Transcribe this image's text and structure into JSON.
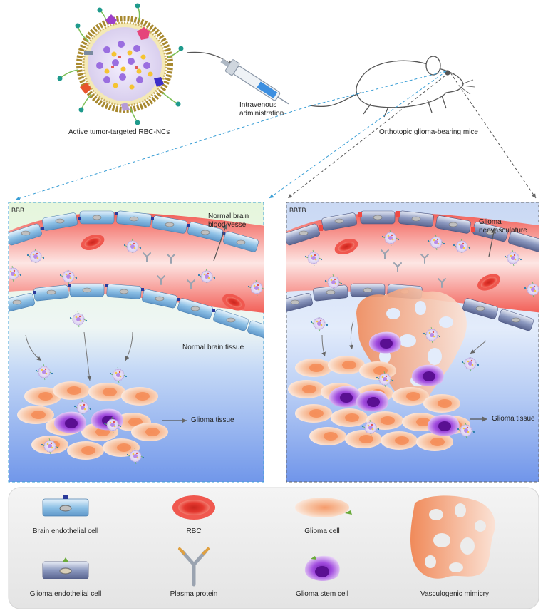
{
  "top": {
    "nanocarrier_label": "Active tumor-targeted RBC-NCs",
    "injection_label_line1": "Intravenous",
    "injection_label_line2": "administration",
    "mouse_label": "Orthotopic glioma-bearing mice"
  },
  "left_panel": {
    "tag": "BBB",
    "vessel_label_line1": "Normal brain",
    "vessel_label_line2": "blood vessel",
    "tissue_label": "Normal brain tissue",
    "glioma_label": "Glioma tissue"
  },
  "right_panel": {
    "tag": "BBTB",
    "vessel_label_line1": "Glioma",
    "vessel_label_line2": "neovasculature",
    "glioma_label": "Glioma tissue"
  },
  "legend": {
    "items": [
      {
        "label": "Brain endothelial cell",
        "icon": "brain-endothelial-cell-icon"
      },
      {
        "label": "RBC",
        "icon": "rbc-icon"
      },
      {
        "label": "Glioma cell",
        "icon": "glioma-cell-icon"
      },
      {
        "label": "Glioma endothelial cell",
        "icon": "glioma-endothelial-cell-icon"
      },
      {
        "label": "Plasma protein",
        "icon": "plasma-protein-icon"
      },
      {
        "label": "Glioma stem cell",
        "icon": "glioma-stem-cell-icon"
      },
      {
        "label": "Vasculogenic mimicry",
        "icon": "vasculogenic-mimicry-icon"
      }
    ]
  },
  "colors": {
    "vessel_red": "#f0473f",
    "brain_endothelial": "#8fc3e8",
    "glioma_endothelial": "#6f7fa6",
    "glioma_cell": "#f7a77a",
    "stem_cell": "#9b3fd6",
    "tissue_blue": "#6e93e8",
    "normal_bg_green": "#e4f5d8"
  }
}
